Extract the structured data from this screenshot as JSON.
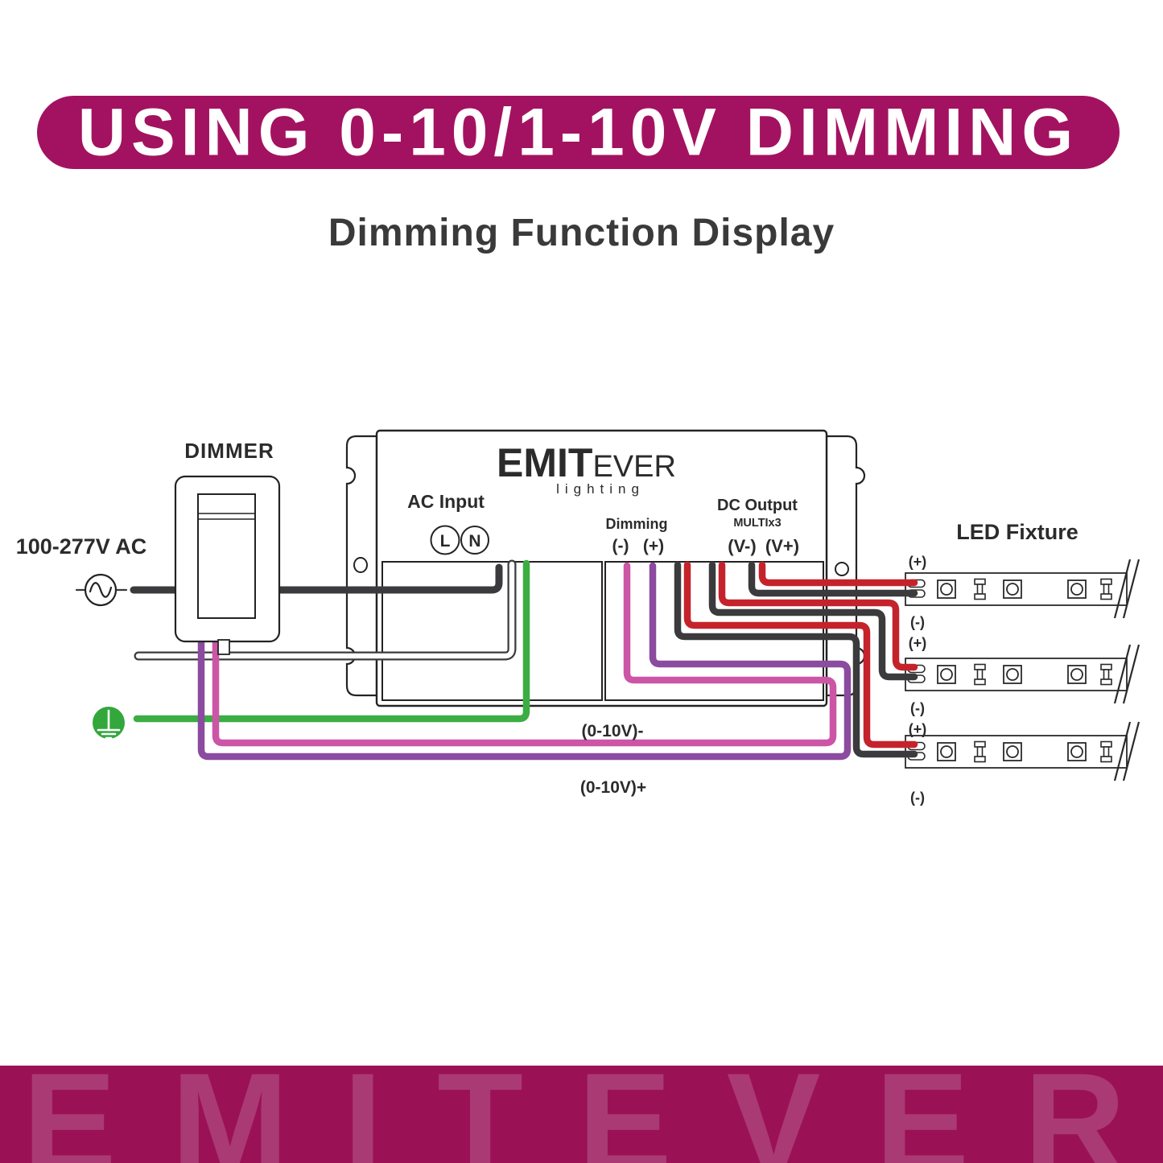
{
  "banner": {
    "title": "USING 0-10/1-10V DIMMING",
    "bg": "#A31260",
    "text_color": "#FFFFFF"
  },
  "subtitle": "Dimming Function Display",
  "diagram": {
    "labels": {
      "dimmer": "DIMMER",
      "ac_source": "100-277V AC",
      "led_fixture": "LED Fixture",
      "dim_wire_minus": "(0-10V)-",
      "dim_wire_plus": "(0-10V)+"
    },
    "driver": {
      "brand": "EMIT",
      "brand2": "EVER",
      "brand_sub": "lighting",
      "ac_input": "AC Input",
      "l": "L",
      "n": "N",
      "dimming": "Dimming",
      "dim_minus": "(-)",
      "dim_plus": "(+)",
      "dc_output": "DC Output",
      "dc_model": "MULTIx3",
      "v_minus": "(V-)",
      "v_plus": "(V+)"
    },
    "strips": {
      "plus": "(+)",
      "minus": "(-)"
    },
    "colors": {
      "wire_hot": "#3B3B3D",
      "wire_red": "#C5232B",
      "wire_pink": "#CC55A6",
      "wire_purple": "#8B4B9F",
      "wire_green": "#3CAD43",
      "ground_green": "#33A73B",
      "outline": "#232323",
      "brand": "#4E5D6B"
    }
  },
  "watermark": {
    "text": "EMITEVER",
    "bg": "#9B1156",
    "letter_color": "#AA3A74"
  }
}
